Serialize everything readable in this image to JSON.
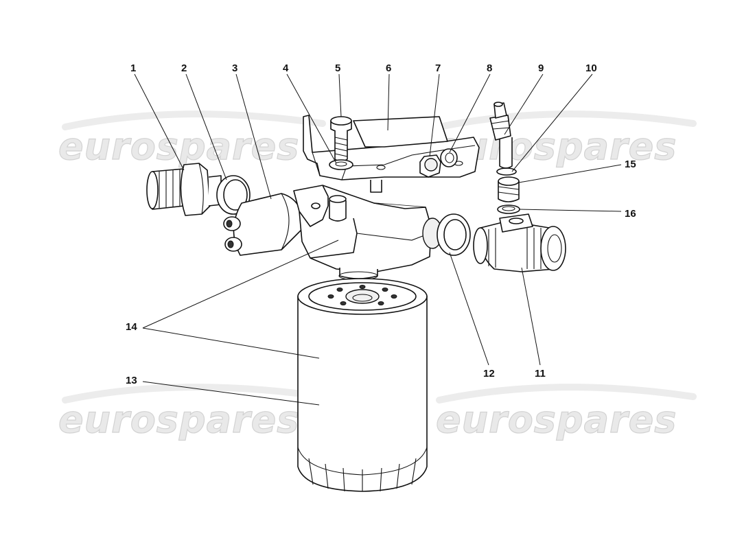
{
  "watermark": {
    "text": "eurospares"
  },
  "callouts": [
    {
      "id": "c1",
      "label": "1"
    },
    {
      "id": "c2",
      "label": "2"
    },
    {
      "id": "c3",
      "label": "3"
    },
    {
      "id": "c4",
      "label": "4"
    },
    {
      "id": "c5",
      "label": "5"
    },
    {
      "id": "c6",
      "label": "6"
    },
    {
      "id": "c7",
      "label": "7"
    },
    {
      "id": "c8",
      "label": "8"
    },
    {
      "id": "c9",
      "label": "9"
    },
    {
      "id": "c10",
      "label": "10"
    },
    {
      "id": "c11",
      "label": "11"
    },
    {
      "id": "c12",
      "label": "12"
    },
    {
      "id": "c13",
      "label": "13"
    },
    {
      "id": "c14",
      "label": "14"
    },
    {
      "id": "c15",
      "label": "15"
    },
    {
      "id": "c16",
      "label": "16"
    }
  ]
}
